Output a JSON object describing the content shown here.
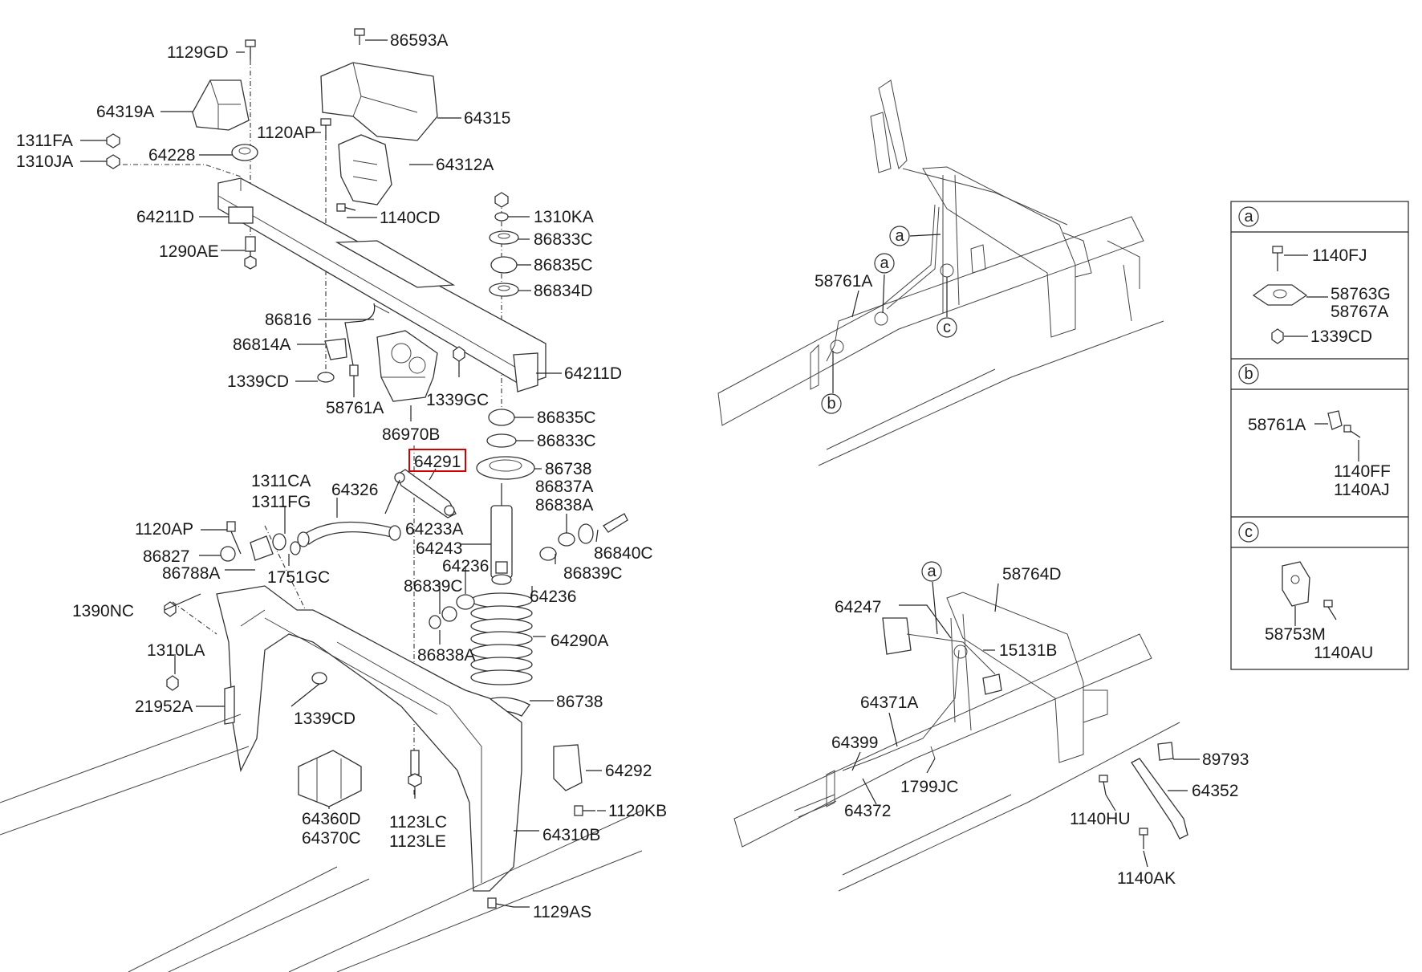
{
  "labels": {
    "p1129GD": "1129GD",
    "p86593A": "86593A",
    "p64319A": "64319A",
    "p64315": "64315",
    "p1120AP_top": "1120AP",
    "p1311FA": "1311FA",
    "p1310JA": "1310JA",
    "p64228": "64228",
    "p64312A": "64312A",
    "p64211D_left": "64211D",
    "p1140CD": "1140CD",
    "p1310KA": "1310KA",
    "p86833C_top": "86833C",
    "p1290AE": "1290AE",
    "p86835C_top": "86835C",
    "p86834D": "86834D",
    "p86816": "86816",
    "p86814A": "86814A",
    "p64211D_right": "64211D",
    "p1339CD_mid": "1339CD",
    "p1339GC": "1339GC",
    "p58761A_mid": "58761A",
    "p86835C_bot": "86835C",
    "p86970B": "86970B",
    "p86833C_bot": "86833C",
    "p64291": "64291",
    "p86738_top": "86738",
    "p1311CA": "1311CA",
    "p86837A": "86837A",
    "p1311FG": "1311FG",
    "p64326": "64326",
    "p86838A_top": "86838A",
    "p1120AP_low": "1120AP",
    "p64233A": "64233A",
    "p64243": "64243",
    "p86840C": "86840C",
    "p86827": "86827",
    "p86788A": "86788A",
    "p1751GC": "1751GC",
    "p64236_a": "64236",
    "p86839C_right": "86839C",
    "p86839C_left": "86839C",
    "p64236_b": "64236",
    "p1390NC": "1390NC",
    "p64290A": "64290A",
    "p1310LA": "1310LA",
    "p86838A_bot": "86838A",
    "p21952A": "21952A",
    "p86738_bot": "86738",
    "p1339CD_low": "1339CD",
    "p64292": "64292",
    "p64360D": "64360D",
    "p64370C": "64370C",
    "p1120KB": "1120KB",
    "p1123LC": "1123LC",
    "p1123LE": "1123LE",
    "p64310B": "64310B",
    "p1129AS": "1129AS",
    "p58761A_right": "58761A",
    "p58764D": "58764D",
    "p64247": "64247",
    "p15131B": "15131B",
    "p64371A": "64371A",
    "p64399": "64399",
    "p1799JC": "1799JC",
    "p64372": "64372",
    "p89793": "89793",
    "p64352": "64352",
    "p1140HU": "1140HU",
    "p1140AK": "1140AK",
    "leg_1140FJ": "1140FJ",
    "leg_58763G": "58763G",
    "leg_58767A": "58767A",
    "leg_1339CD": "1339CD",
    "leg_58761A": "58761A",
    "leg_1140FF": "1140FF",
    "leg_1140AJ": "1140AJ",
    "leg_58753M": "58753M",
    "leg_1140AU": "1140AU"
  },
  "callouts": {
    "a": "a",
    "b": "b",
    "c": "c"
  },
  "highlight_color": "#d40000"
}
